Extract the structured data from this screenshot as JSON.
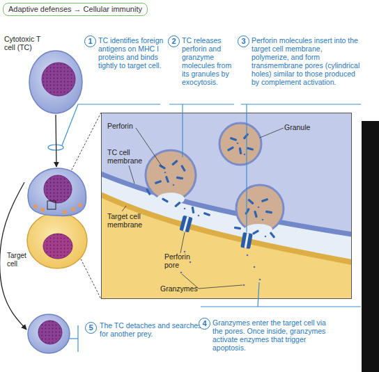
{
  "diagram": {
    "title": "Adaptive defenses → Cellular immunity",
    "nodes": [
      {
        "text": [
          "Cytotoxic T cell (TC)"
        ]
      },
      {
        "text": [
          "Target cell"
        ]
      },
      {
        "text": [
          "Perforin",
          "TC cell membrane",
          "Granule",
          "Target cell membrane",
          "Perforin pore",
          "Granzymes"
        ]
      },
      {
        "text": [
          "The TC detaches and searches for another prey."
        ]
      }
    ],
    "edges": [
      {
        "from": 0,
        "to": 1,
        "arrow": "to"
      },
      {
        "from": 1,
        "to": 3,
        "arrow": "to"
      }
    ],
    "labels": [
      "1",
      "TC identifies foreign antigens on MHC I proteins and binds tightly to target cell.",
      "2",
      "TC releases perforin and granzyme molecules from its granules by exocytosis.",
      "3",
      "Perforin molecules insert into the target cell membrane, polymerize, and form transmembrane pores (cylindrical holes) similar to those produced by complement activation.",
      "4",
      "Granzymes enter the target cell via the pores. Once inside, granzymes activate enzymes that trigger apoptosis.",
      "5"
    ]
  }
}
